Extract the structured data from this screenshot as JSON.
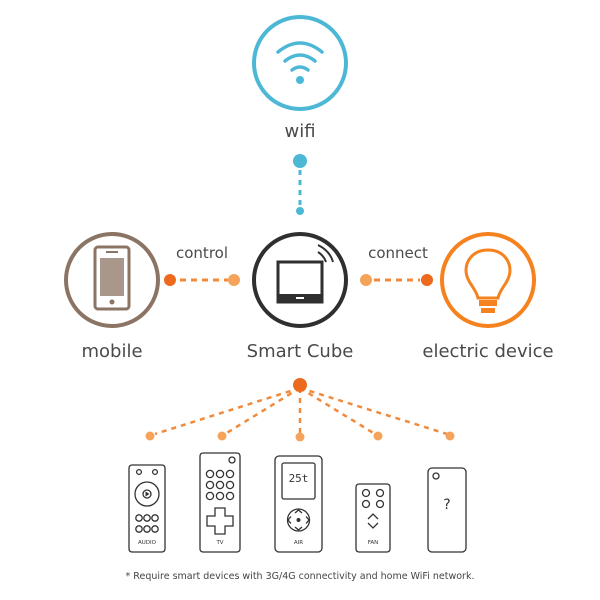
{
  "nodes": {
    "wifi": {
      "label": "wifi",
      "icon": "wifi-icon",
      "color": "#4cb8d6"
    },
    "mobile": {
      "label": "mobile",
      "icon": "smartphone-icon",
      "color": "#8b7463"
    },
    "cube": {
      "label": "Smart Cube",
      "icon": "smart-cube-icon",
      "color": "#2f2f2f"
    },
    "device": {
      "label": "electric device",
      "icon": "light-bulb-icon",
      "color": "#f5821f"
    }
  },
  "edges": {
    "control": {
      "label": "control",
      "color": "#f08a3c"
    },
    "connect": {
      "label": "connect",
      "color": "#f08a3c"
    },
    "wifi_link": {
      "color": "#4cb8d6"
    }
  },
  "remotes": [
    {
      "label": "AUDIO",
      "icon": "audio-remote-icon"
    },
    {
      "label": "TV",
      "icon": "tv-remote-icon"
    },
    {
      "label": "AIR",
      "icon": "air-conditioner-remote-icon",
      "display": "25t"
    },
    {
      "label": "FAN",
      "icon": "fan-remote-icon"
    },
    {
      "label": "",
      "icon": "unknown-remote-icon",
      "symbol": "?"
    }
  ],
  "footnote": "* Require smart devices with 3G/4G connectivity and home WiFi network."
}
